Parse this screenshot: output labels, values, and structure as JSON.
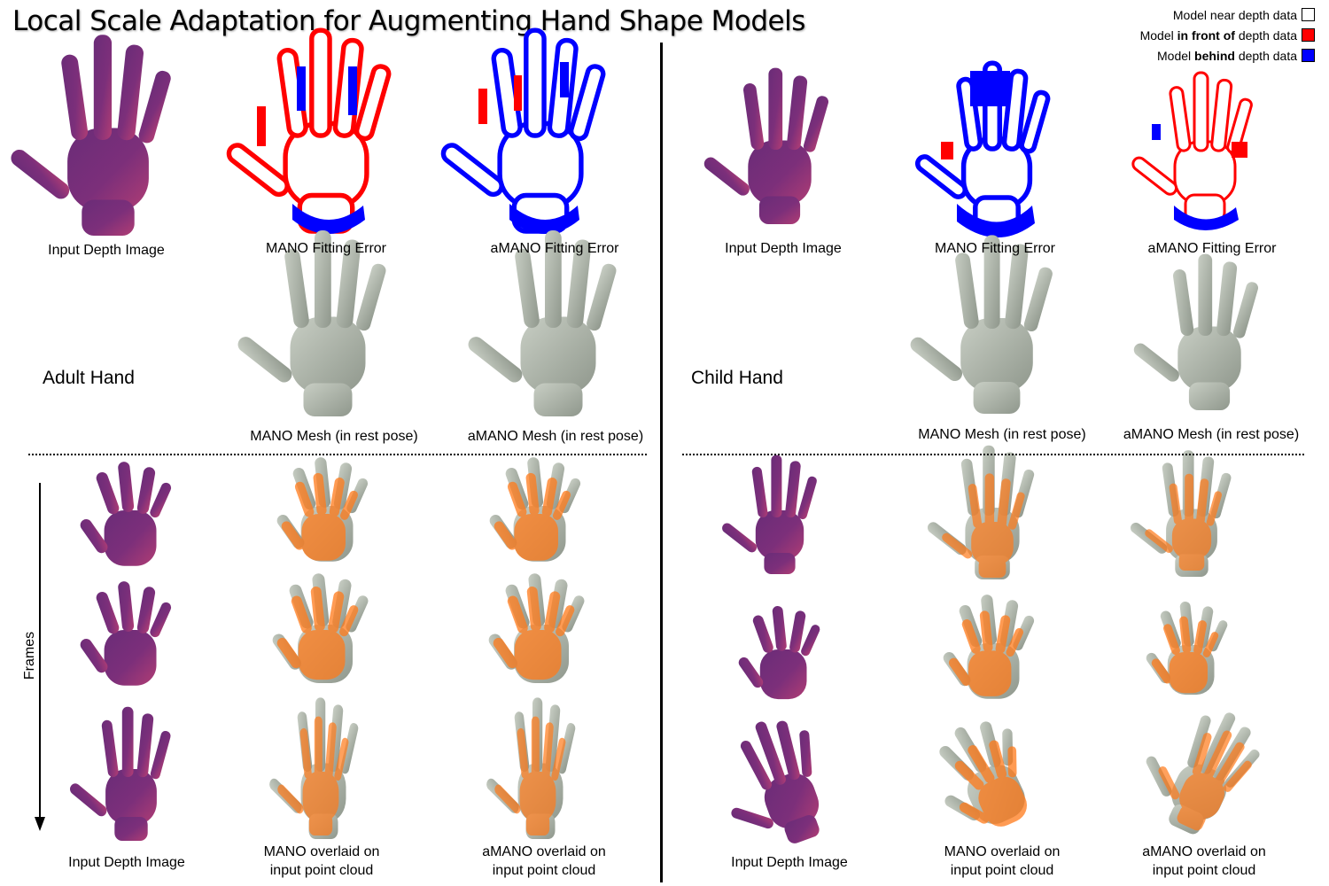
{
  "title": "Local Scale Adaptation for Augmenting Hand Shape Models",
  "legend": [
    {
      "text": "Model near depth data",
      "bold": "",
      "color": "#ffffff"
    },
    {
      "text_pre": "Model ",
      "bold": "in front of",
      "text_post": " depth data",
      "color": "#ff0000"
    },
    {
      "text_pre": "Model ",
      "bold": "behind",
      "text_post": " depth data",
      "color": "#0000ff"
    }
  ],
  "left": {
    "section_label": "Adult Hand",
    "labels": {
      "depth": "Input Depth Image",
      "mano_err": "MANO Fitting Error",
      "amano_err": "aMANO Fitting Error",
      "mano_mesh": "MANO Mesh (in rest pose)",
      "amano_mesh": "aMANO Mesh (in rest pose)",
      "depth_bottom": "Input Depth Image",
      "mano_overlay_1": "MANO overlaid on",
      "mano_overlay_2": "input point cloud",
      "amano_overlay_1": "aMANO overlaid on",
      "amano_overlay_2": "input point cloud"
    }
  },
  "right": {
    "section_label": "Child Hand",
    "labels": {
      "depth": "Input Depth Image",
      "mano_err": "MANO Fitting Error",
      "amano_err": "aMANO Fitting Error",
      "mano_mesh": "MANO Mesh (in rest pose)",
      "amano_mesh": "aMANO Mesh (in rest pose)",
      "depth_bottom": "Input Depth Image",
      "mano_overlay_1": "MANO overlaid on",
      "mano_overlay_2": "input point cloud",
      "amano_overlay_1": "aMANO overlaid on",
      "amano_overlay_2": "input point cloud"
    }
  },
  "frames_label": "Frames",
  "colors": {
    "depth_dark": "#5b2a6e",
    "depth_light": "#a83a7a",
    "mesh": "#b9c0b6",
    "overlay": "#ff7a1a",
    "front": "#ff0000",
    "behind": "#0000ff"
  }
}
